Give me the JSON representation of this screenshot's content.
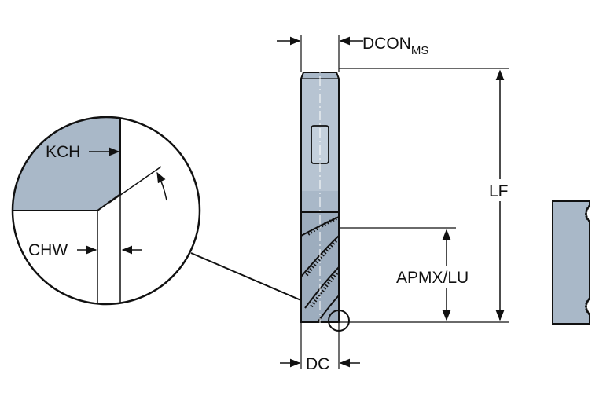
{
  "labels": {
    "kch": "KCH",
    "chw": "CHW",
    "dcon": "DCON",
    "dcon_sub": "MS",
    "lf": "LF",
    "apmx_lu": "APMX/LU",
    "dc": "DC"
  },
  "colors": {
    "tool_fill": "#a9b8c8",
    "tool_dark": "#8fa0b2",
    "outline": "#111111"
  }
}
